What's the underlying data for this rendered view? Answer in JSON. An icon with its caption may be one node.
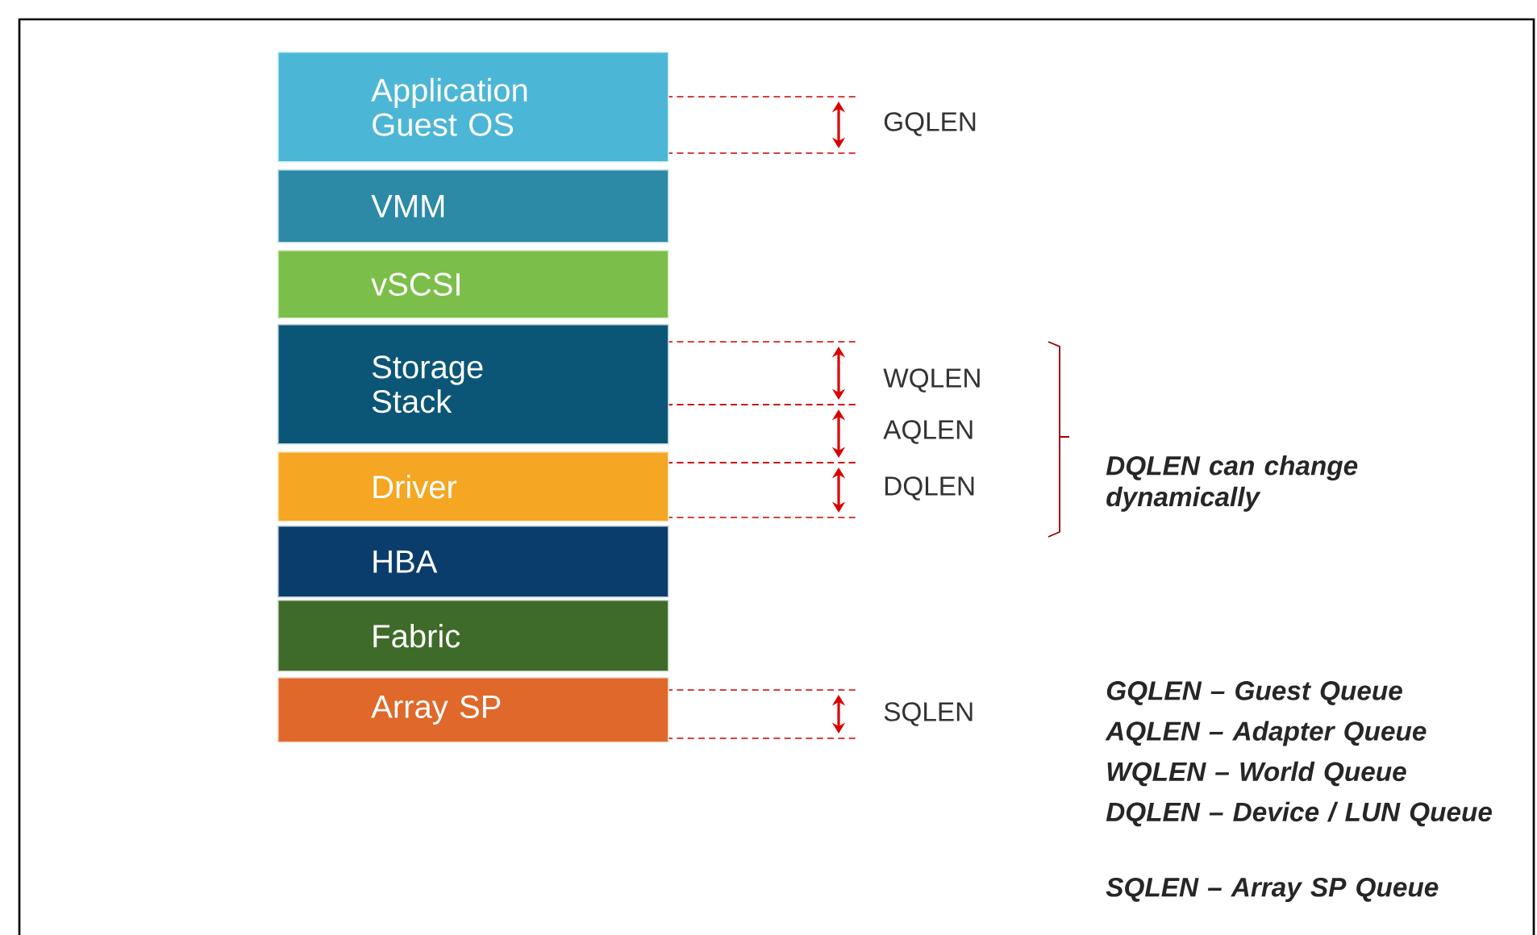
{
  "diagram": {
    "nodes": [
      {
        "text": [
          "Application Guest OS"
        ]
      },
      {
        "text": [
          "VMM"
        ]
      },
      {
        "text": [
          "vSCSI"
        ]
      },
      {
        "text": [
          "Storage Stack"
        ]
      },
      {
        "text": [
          "Driver"
        ]
      },
      {
        "text": [
          "HBA"
        ]
      },
      {
        "text": [
          "Fabric"
        ]
      },
      {
        "text": [
          "Array SP"
        ]
      }
    ],
    "edges": [],
    "labels": [
      "GQLEN",
      "WQLEN",
      "AQLEN",
      "DQLEN",
      "SQLEN",
      "DQLEN can change dynamically",
      "GQLEN – Guest Queue",
      "AQLEN – Adapter Queue",
      "WQLEN – World Queue",
      "DQLEN – Device / LUN Queue",
      "SQLEN – Array SP Queue"
    ]
  }
}
